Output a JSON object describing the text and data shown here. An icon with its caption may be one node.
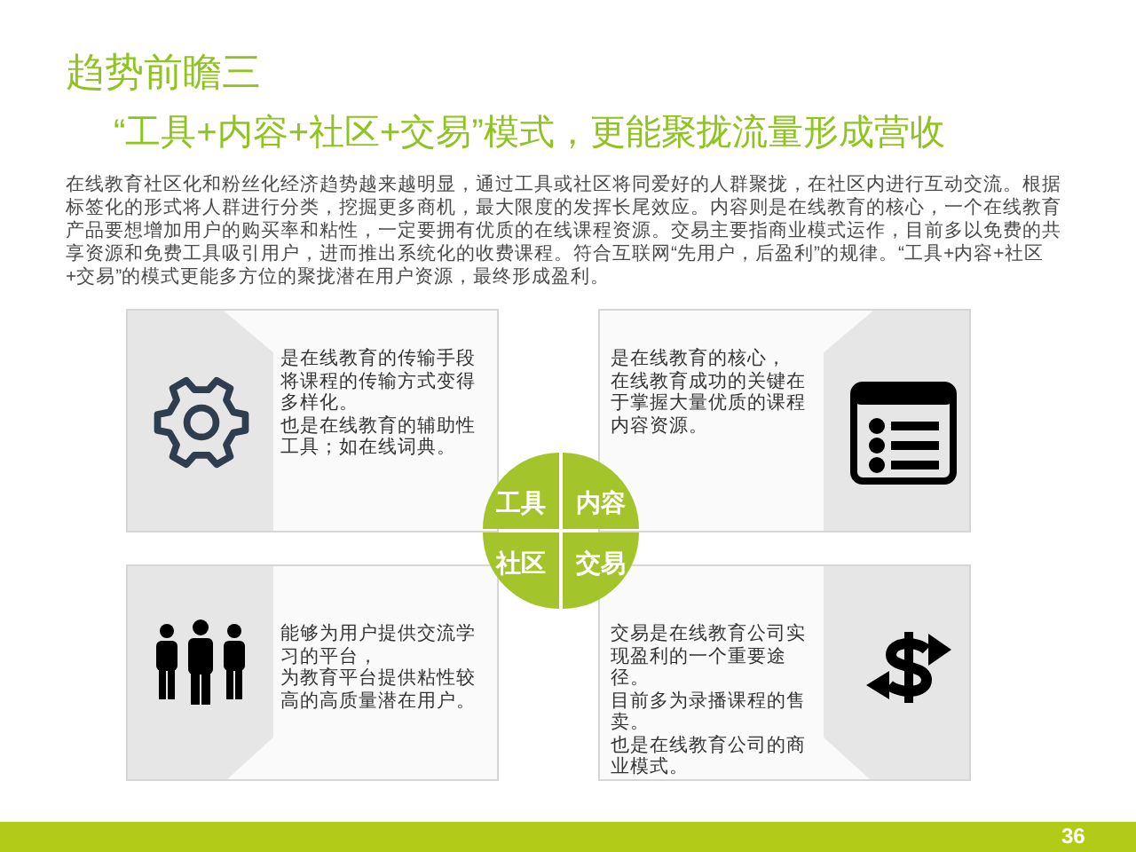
{
  "diagram": {
    "title": "趋势前瞻三",
    "nodes": [
      {
        "text": [
          "是在线教育的传输手段将课程的传输方式变得多样化。",
          "也是在线教育的辅助性工具；如在线词典。"
        ]
      },
      {
        "text": [
          "是在线教育的核心，",
          "在线教育成功的关键在于掌握大量优质的课程内容资源。"
        ]
      },
      {
        "text": [
          "工具"
        ]
      },
      {
        "text": [
          "内容"
        ]
      },
      {
        "text": [
          "社区"
        ]
      },
      {
        "text": [
          "交易"
        ]
      },
      {
        "text": [
          "能够为用户提供交流学习的平台，",
          "为教育平台提供粘性较高的高质量潜在用户。"
        ]
      },
      {
        "text": [
          "交易是在线教育公司实现盈利的一个重要途径。",
          "目前多为录播课程的售卖。",
          "也是在线教育公司的商业模式。"
        ]
      }
    ],
    "labels": [
      "“工具+内容+社区+交易”模式，更能聚拢流量形成营收",
      "在线教育社区化和粉丝化经济趋势越来越明显，通过工具或社区将同爱好的人群聚拢，在社区内进行互动交流。根据标签化的形式将人群进行分类，挖掘更多商机，最大限度的发挥长尾效应。内容则是在线教育的核心，一个在线教育产品要想增加用户的购买率和粘性，一定要拥有优质的在线课程资源。交易主要指商业模式运作，目前多以免费的共享资源和免费工具吸引用户，进而推出系统化的收费课程。符合互联网“先用户，后盈利”的规律。“工具+内容+社区+交易”的模式更能多方位的聚拢潜在用户资源，最终形成盈利。",
      "36"
    ]
  }
}
